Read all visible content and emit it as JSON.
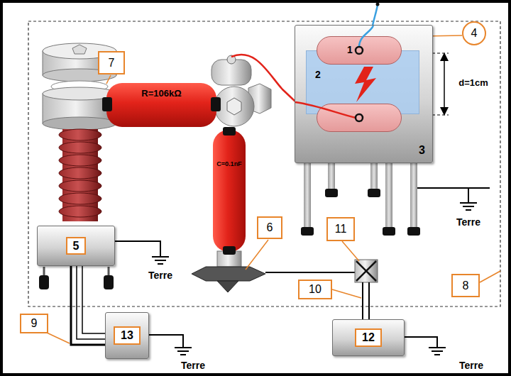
{
  "diagram": {
    "nodes": [
      {
        "text": [
          "3"
        ]
      },
      {
        "text": [
          "1"
        ],
        "in": 0
      },
      {
        "text": [
          "2"
        ],
        "in": 0
      },
      {
        "text": [
          "R=106kΩ"
        ]
      },
      {
        "text": [
          "C=0.1nF"
        ]
      },
      {
        "text": [
          "5"
        ]
      },
      {
        "text": [
          "13"
        ]
      },
      {
        "text": [
          "12"
        ]
      }
    ],
    "edges": [
      {
        "from": 5,
        "to": 6,
        "arrow": "none"
      },
      {
        "from": 5,
        "to": 6,
        "arrow": "none"
      },
      {
        "from": 5,
        "to": 6,
        "arrow": "none"
      }
    ],
    "labels": [
      "d=1cm",
      "4",
      "7",
      "6",
      "11",
      "10",
      "9",
      "8",
      "Terre",
      "Terre",
      "Terre",
      "Terre"
    ]
  }
}
